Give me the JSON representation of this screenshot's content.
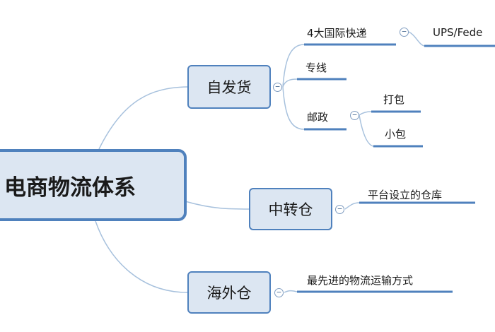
{
  "root": {
    "label": "电商物流体系"
  },
  "branches": {
    "self_ship": {
      "label": "自发货",
      "children": {
        "intl_express": {
          "label": "4大国际快递",
          "child": "UPS/Fede"
        },
        "dedicated": {
          "label": "专线"
        },
        "postal": {
          "label": "邮政",
          "children": [
            "打包",
            "小包"
          ]
        }
      }
    },
    "transit": {
      "label": "中转仓",
      "child": "平台设立的仓库"
    },
    "overseas": {
      "label": "海外仓",
      "child": "最先进的物流运输方式"
    }
  },
  "toggle_symbol": "−",
  "colors": {
    "node_fill": "#dce6f2",
    "node_border": "#4f81bd",
    "connector": "#a7c1dd",
    "underline": "#4f81bd",
    "background": "#ffffff"
  }
}
